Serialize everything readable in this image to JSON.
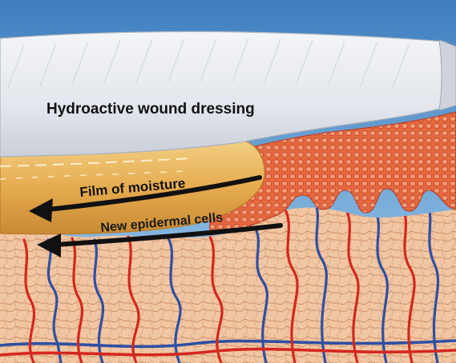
{
  "diagram": {
    "labels": {
      "dressing": "Hydroactive wound dressing",
      "moisture": "Film of moisture",
      "cells": "New epidermal cells"
    },
    "colors": {
      "sky_top": "#3f7fc0",
      "sky_bottom": "#a9d2ee",
      "dressing": "#e9ecf1",
      "dressing_shadow": "#c9ced8",
      "moisture": "#e9b35a",
      "moisture_dark": "#b8792b",
      "epidermis": "#d9532f",
      "tissue": "#f1c6a2",
      "tissue_line": "#c9875f",
      "artery": "#d4271f",
      "vein": "#2f4fa3",
      "arrow": "#111111"
    }
  }
}
